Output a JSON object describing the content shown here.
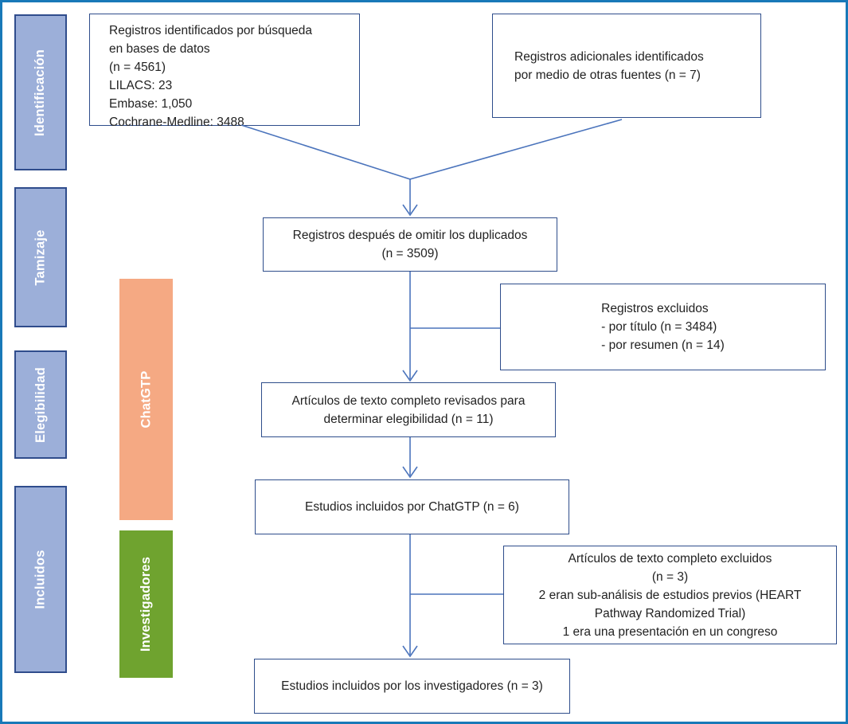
{
  "palette": {
    "frame_border": "#1879B8",
    "stage_fill": "#9CAFD9",
    "stage_border": "#2F4C8C",
    "chatgtp_fill": "#F5A983",
    "investigators_fill": "#6FA32F",
    "box_border": "#2E4D8B",
    "arrow_color": "#4B74BC",
    "text_color": "#222222"
  },
  "stages": {
    "identificacion": "Identificación",
    "tamizaje": "Tamizaje",
    "elegibilidad": "Elegibilidad",
    "incluidos": "Incluidos"
  },
  "groups": {
    "chatgtp": "ChatGTP",
    "investigadores": "Investigadores"
  },
  "boxes": {
    "identified": {
      "lines": [
        "Registros identificados por búsqueda",
        "en bases de datos",
        "(n = 4561)",
        "LILACS: 23",
        "Embase: 1,050",
        "Cochrane-Medline: 3488"
      ]
    },
    "additional": {
      "lines": [
        "Registros adicionales identificados",
        "por medio de otras fuentes (n = 7)"
      ]
    },
    "duplicates_removed": {
      "lines": [
        "Registros después de omitir los duplicados",
        "(n = 3509)"
      ]
    },
    "records_excluded": {
      "lines": [
        "Registros excluidos",
        "- por título (n = 3484)",
        "- por resumen (n = 14)"
      ]
    },
    "fulltext_review": {
      "lines": [
        "Artículos de texto completo revisados para",
        "determinar elegibilidad (n = 11)"
      ]
    },
    "chatgtp_included": {
      "lines": [
        "Estudios incluidos por ChatGTP (n = 6)"
      ]
    },
    "fulltext_excluded": {
      "lines": [
        "Artículos de texto completo excluidos",
        "(n = 3)",
        "2 eran sub-análisis de estudios previos (HEART",
        "Pathway Randomized Trial)",
        "1 era una presentación en un congreso"
      ]
    },
    "investigators_included": {
      "lines": [
        "Estudios incluidos por los investigadores (n = 3)"
      ]
    }
  }
}
